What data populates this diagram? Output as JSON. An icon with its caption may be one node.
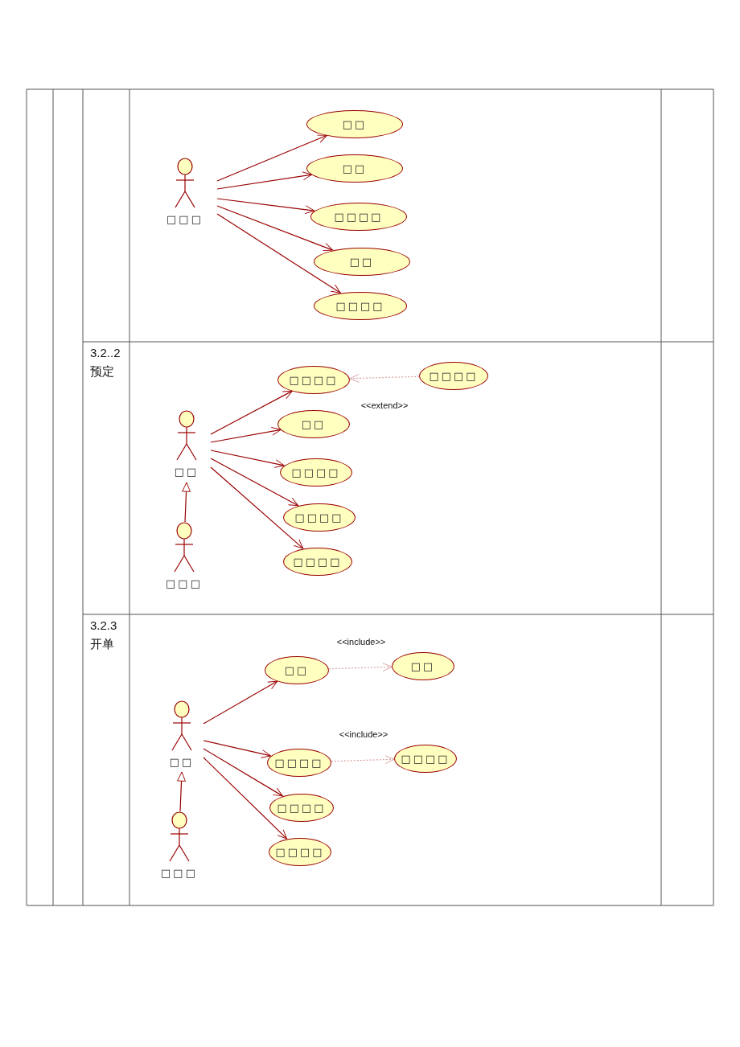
{
  "diagram": {
    "nodes": [
      {
        "text": [
          "□□□"
        ]
      },
      {
        "text": [
          "□□"
        ]
      },
      {
        "text": [
          "□□"
        ]
      },
      {
        "text": [
          "□□□□"
        ]
      },
      {
        "text": [
          "□□"
        ]
      },
      {
        "text": [
          "□□□□"
        ]
      },
      {
        "text": [
          "□□"
        ]
      },
      {
        "text": [
          "□□□□"
        ]
      },
      {
        "text": [
          "□□□□"
        ]
      },
      {
        "text": [
          "□□"
        ]
      },
      {
        "text": [
          "□□□□"
        ]
      },
      {
        "text": [
          "□□□□"
        ]
      },
      {
        "text": [
          "□□□□"
        ]
      },
      {
        "text": [
          "□□□"
        ]
      },
      {
        "text": [
          "□□"
        ]
      },
      {
        "text": [
          "□□"
        ]
      },
      {
        "text": [
          "□□"
        ]
      },
      {
        "text": [
          "□□□□"
        ]
      },
      {
        "text": [
          "□□□□"
        ]
      },
      {
        "text": [
          "□□□□"
        ]
      },
      {
        "text": [
          "□□□□"
        ]
      },
      {
        "text": [
          "□□□"
        ]
      }
    ],
    "edges": [
      {
        "from": 0,
        "to": 1,
        "arrow": "to"
      },
      {
        "from": 0,
        "to": 2,
        "arrow": "to"
      },
      {
        "from": 0,
        "to": 3,
        "arrow": "to"
      },
      {
        "from": 0,
        "to": 4,
        "arrow": "to"
      },
      {
        "from": 0,
        "to": 5,
        "arrow": "to"
      },
      {
        "from": 6,
        "to": 7,
        "arrow": "to"
      },
      {
        "from": 6,
        "to": 9,
        "arrow": "to"
      },
      {
        "from": 6,
        "to": 10,
        "arrow": "to"
      },
      {
        "from": 6,
        "to": 11,
        "arrow": "to"
      },
      {
        "from": 6,
        "to": 12,
        "arrow": "to"
      },
      {
        "from": 8,
        "to": 7,
        "arrow": "to",
        "label": "<<extend>>",
        "style": "dashed",
        "color": "#d9a0a0"
      },
      {
        "from": 13,
        "to": 6,
        "arrow": "to"
      },
      {
        "from": 14,
        "to": 15,
        "arrow": "to"
      },
      {
        "from": 14,
        "to": 17,
        "arrow": "to"
      },
      {
        "from": 14,
        "to": 19,
        "arrow": "to"
      },
      {
        "from": 14,
        "to": 20,
        "arrow": "to"
      },
      {
        "from": 15,
        "to": 16,
        "arrow": "to",
        "label": "<<include>>",
        "style": "dashed",
        "color": "#d9a0a0"
      },
      {
        "from": 17,
        "to": 18,
        "arrow": "to",
        "label": "<<include>>",
        "style": "dashed",
        "color": "#d9a0a0"
      },
      {
        "from": 21,
        "to": 14,
        "arrow": "to"
      }
    ],
    "labels": [
      "3.2..2",
      "预定",
      "3.2.3",
      "开单"
    ]
  }
}
